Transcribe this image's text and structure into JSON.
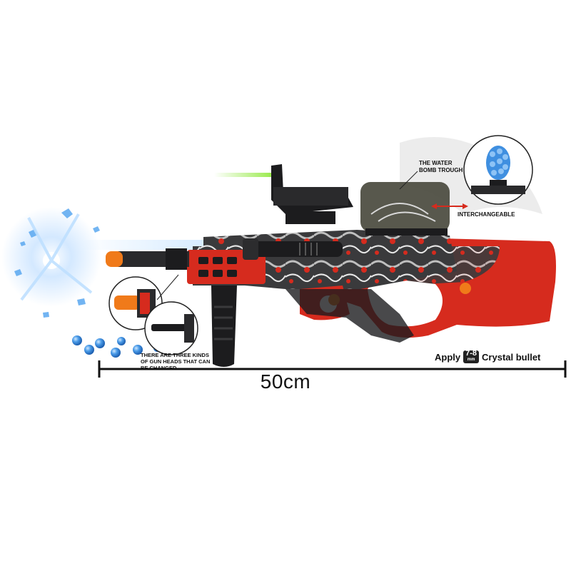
{
  "annotations": {
    "water_bomb_trough_lines": [
      "THE WATER",
      "BOMB TROUGH"
    ],
    "interchangeable": "INTERCHANGEABLE",
    "gun_heads_lines": [
      "THERE ARE THREE KINDS",
      "OF GUN HEADS THAT CAN",
      "BE CHANGED"
    ],
    "apply_label": "Apply",
    "bullet_size": "7-8",
    "bullet_unit": "mm",
    "crystal_bullet_label": "Crystal bullet",
    "length": "50cm"
  },
  "colors": {
    "accent_red": "#d62b1e",
    "accent_orange": "#f07a1a",
    "gel_blue": "#3f8fe0",
    "body_dark": "#1c1c1e",
    "laser_green": "#8fe83a"
  },
  "illustration": {
    "subject": "toy gel blaster gun with red camouflage pattern",
    "icons": [
      "scope",
      "flashlight",
      "foregrip",
      "water-bomb-trough",
      "gel-balls",
      "splash"
    ]
  }
}
